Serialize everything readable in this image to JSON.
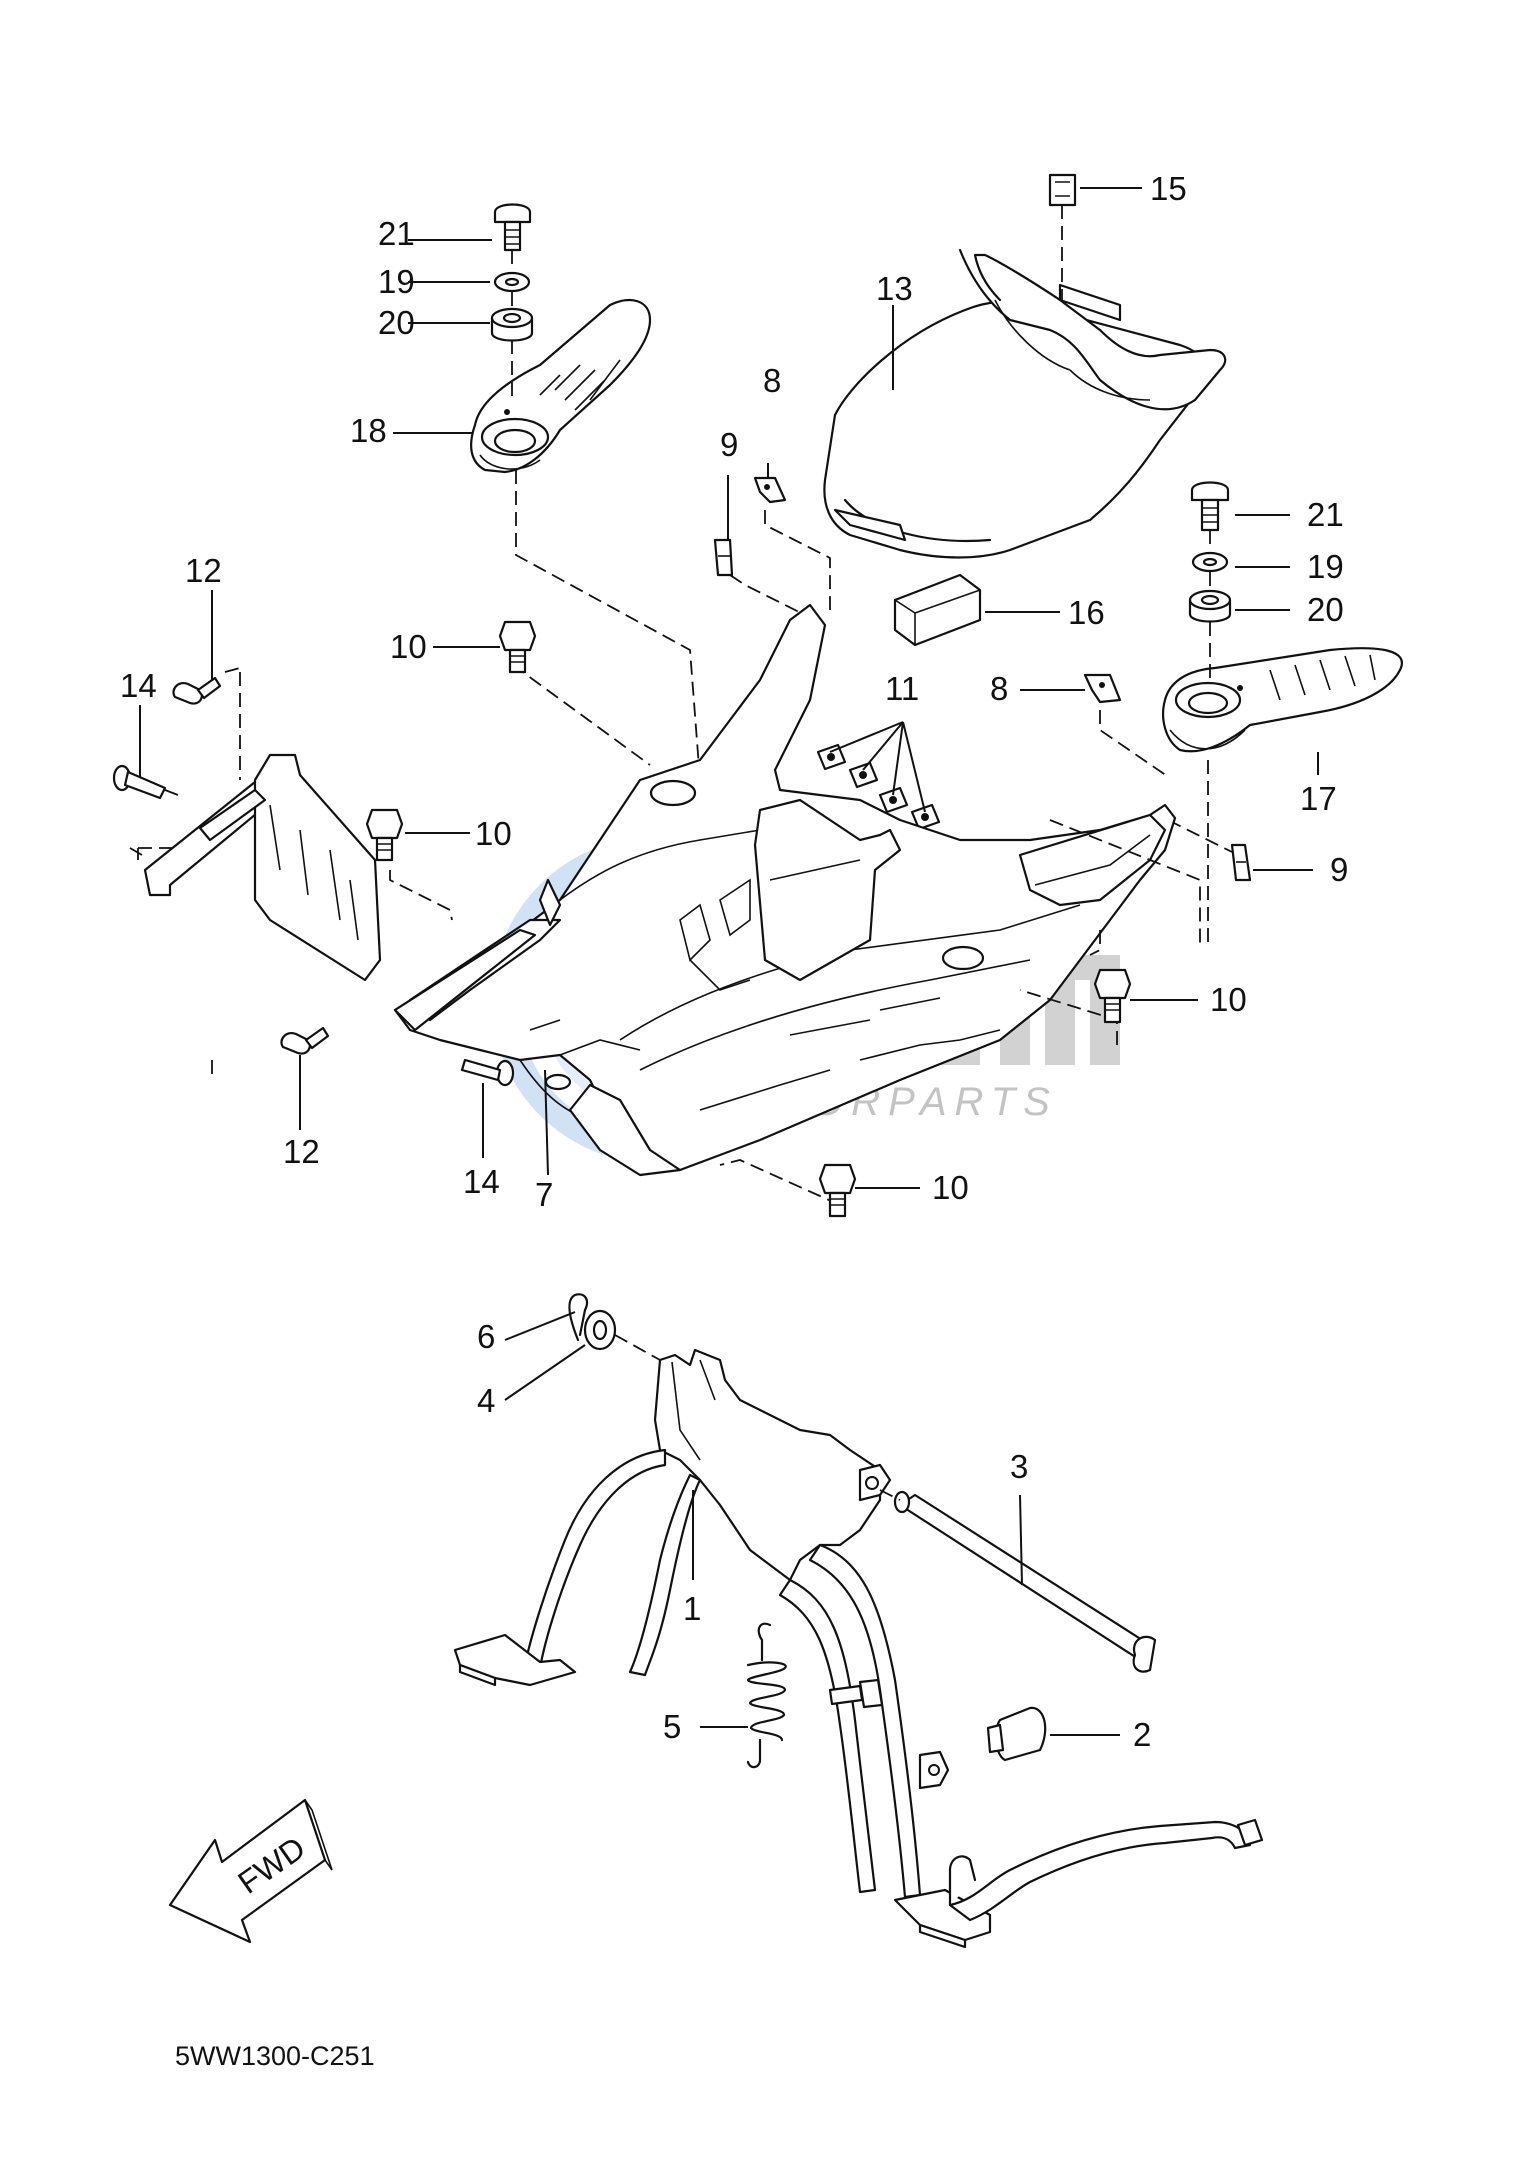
{
  "diagram": {
    "code": "5WW1300-C251",
    "fwd_label": "FWD",
    "watermark": {
      "name": "CMS",
      "tagline": "MOTORPARTS"
    },
    "callouts": {
      "c1": "1",
      "c2": "2",
      "c3": "3",
      "c4": "4",
      "c5": "5",
      "c6": "6",
      "c7": "7",
      "c8a": "8",
      "c8b": "8",
      "c9a": "9",
      "c9b": "9",
      "c10a": "10",
      "c10b": "10",
      "c10c": "10",
      "c10d": "10",
      "c11": "11",
      "c12a": "12",
      "c12b": "12",
      "c13": "13",
      "c14a": "14",
      "c14b": "14",
      "c15": "15",
      "c16": "16",
      "c17": "17",
      "c18": "18",
      "c19a": "19",
      "c19b": "19",
      "c20a": "20",
      "c20b": "20",
      "c21a": "21",
      "c21b": "21"
    },
    "colors": {
      "line": "#111111",
      "watermark_blue": "#9ec0ea",
      "watermark_gray": "#b9b9b9"
    }
  }
}
